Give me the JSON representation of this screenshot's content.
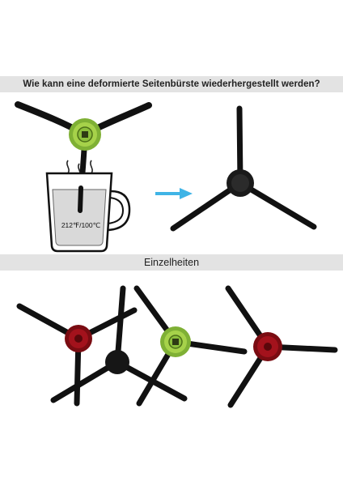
{
  "header_question": "Wie kann eine deformierte Seitenbürste wiederhergestellt werden?",
  "mug_temperature": "212℉/100℃",
  "details_heading": "Einzelheiten",
  "icons": [
    "side-brush-icon",
    "hot-water-mug-icon",
    "steam-icon",
    "arrow-right-icon"
  ],
  "colors": {
    "banner_background": "#e3e3e3",
    "brush_green_hub": "#8cbf3c",
    "brush_red_hub": "#a3121c",
    "brush_black": "#111111",
    "arrow_blue": "#3fb4e6"
  }
}
